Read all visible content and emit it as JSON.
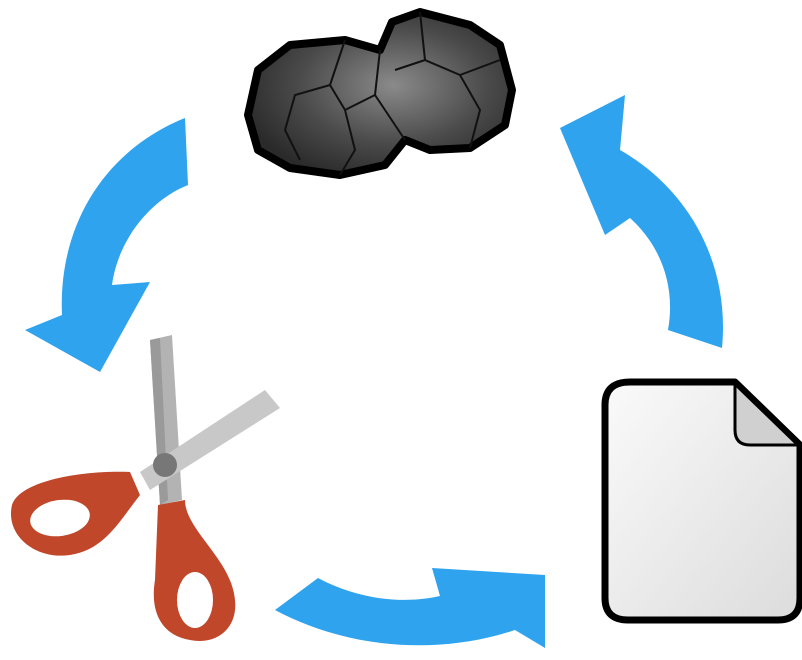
{
  "diagram": {
    "type": "cycle",
    "nodes": [
      {
        "id": "rock",
        "icon": "rock-icon"
      },
      {
        "id": "scissors",
        "icon": "scissors-icon"
      },
      {
        "id": "paper",
        "icon": "paper-icon"
      }
    ],
    "edges": [
      {
        "from": "rock",
        "to": "scissors"
      },
      {
        "from": "scissors",
        "to": "paper"
      },
      {
        "from": "paper",
        "to": "rock"
      }
    ],
    "colors": {
      "arrow": "#2fa3ee",
      "rock": "#3a3a3a",
      "scissors_handle": "#c0472a",
      "scissors_blade": "#b3b3b3",
      "paper": "#eeeeee"
    }
  }
}
